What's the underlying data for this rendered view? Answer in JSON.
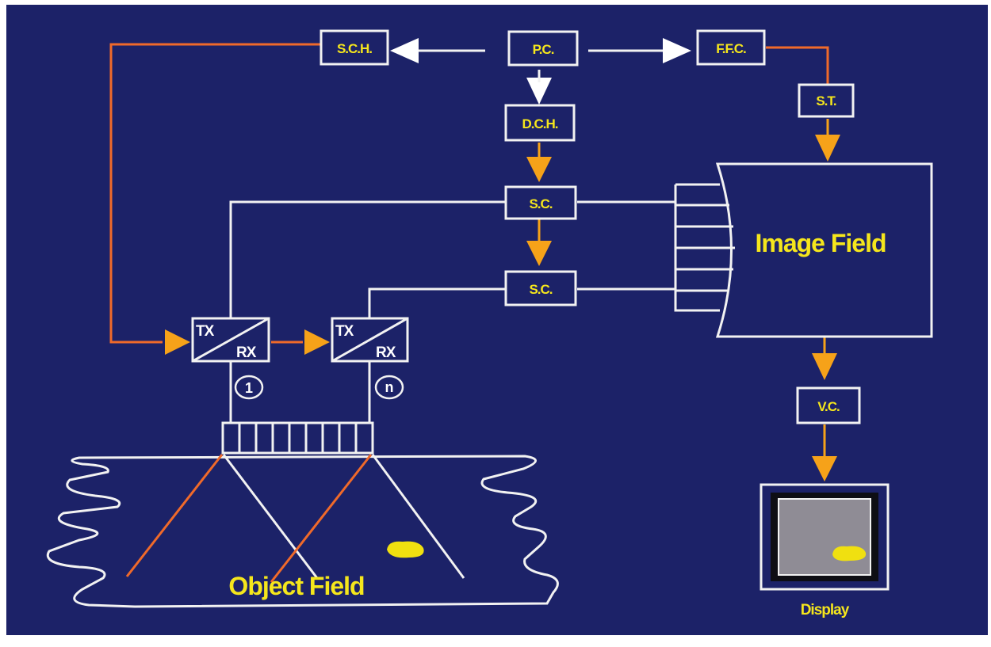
{
  "diagram": {
    "nodes": {
      "sch": "S.C.H.",
      "pc": "P.C.",
      "ffc": "F.F.C.",
      "dch": "D.C.H.",
      "st": "S.T.",
      "sc1": "S.C.",
      "sc2": "S.C.",
      "vc": "V.C.",
      "image_field": "Image Field",
      "object_field": "Object Field",
      "display": "Display"
    },
    "transducers": [
      {
        "tx": "TX",
        "rx": "RX",
        "index": "1"
      },
      {
        "tx": "TX",
        "rx": "RX",
        "index": "n"
      }
    ]
  },
  "colors": {
    "background": "#1c2268",
    "line": "#f2f2f2",
    "signal": "#f06a2a",
    "arrow": "#f6a219",
    "label": "#f5e61c",
    "screen": "#8f8c95",
    "target": "#f0e010"
  }
}
